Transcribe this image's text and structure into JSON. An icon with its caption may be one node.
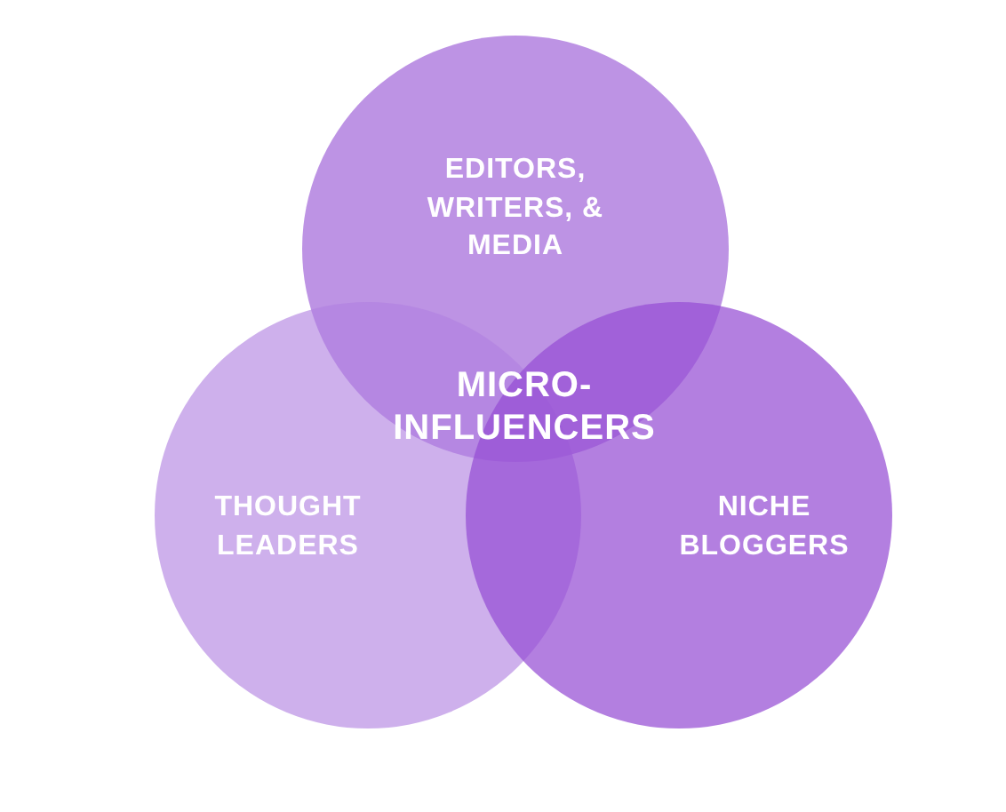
{
  "diagram": {
    "nodes": [
      {
        "text": [
          "EDITORS, WRITERS, & MEDIA"
        ]
      },
      {
        "text": [
          "THOUGHT LEADERS"
        ]
      },
      {
        "text": [
          "NICHE BLOGGERS"
        ]
      }
    ],
    "labels": [
      "MICRO-INFLUENCERS"
    ]
  }
}
